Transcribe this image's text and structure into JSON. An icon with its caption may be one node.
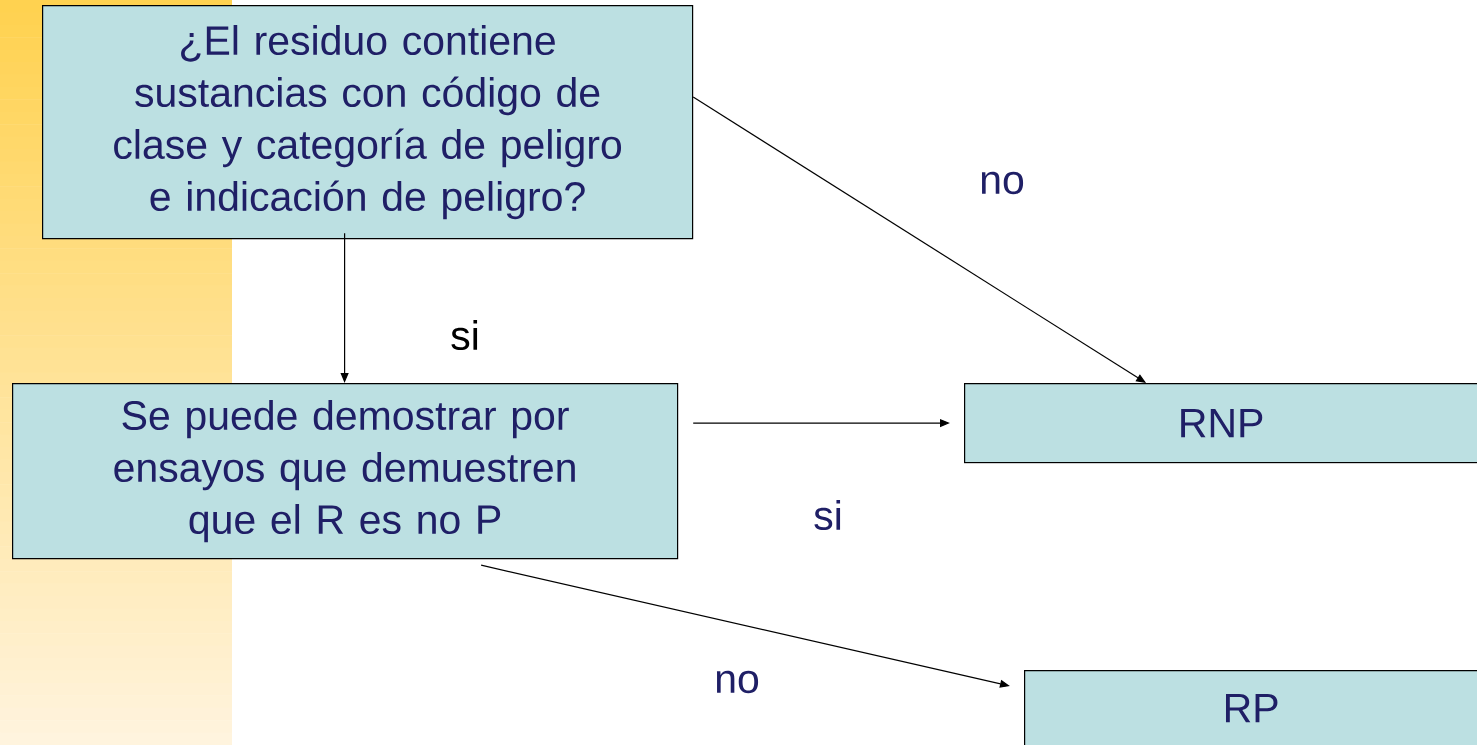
{
  "diagram": {
    "nodes": [
      {
        "text": [
          "¿El residuo contiene sustancias con código de clase y categoría de peligro e indicación de peligro?"
        ]
      },
      {
        "text": [
          "Se puede demostrar por ensayos que demuestren que el R es no P"
        ]
      },
      {
        "text": [
          "RNP"
        ]
      },
      {
        "text": [
          "RP"
        ]
      }
    ],
    "edges": [
      {
        "from": 0,
        "to": 2,
        "arrow": "to",
        "label": "no"
      },
      {
        "from": 0,
        "to": 1,
        "arrow": "to",
        "label": "si"
      },
      {
        "from": 1,
        "to": 2,
        "arrow": "to",
        "label": "si"
      },
      {
        "from": 1,
        "to": 3,
        "arrow": "to",
        "label": "no"
      }
    ]
  }
}
